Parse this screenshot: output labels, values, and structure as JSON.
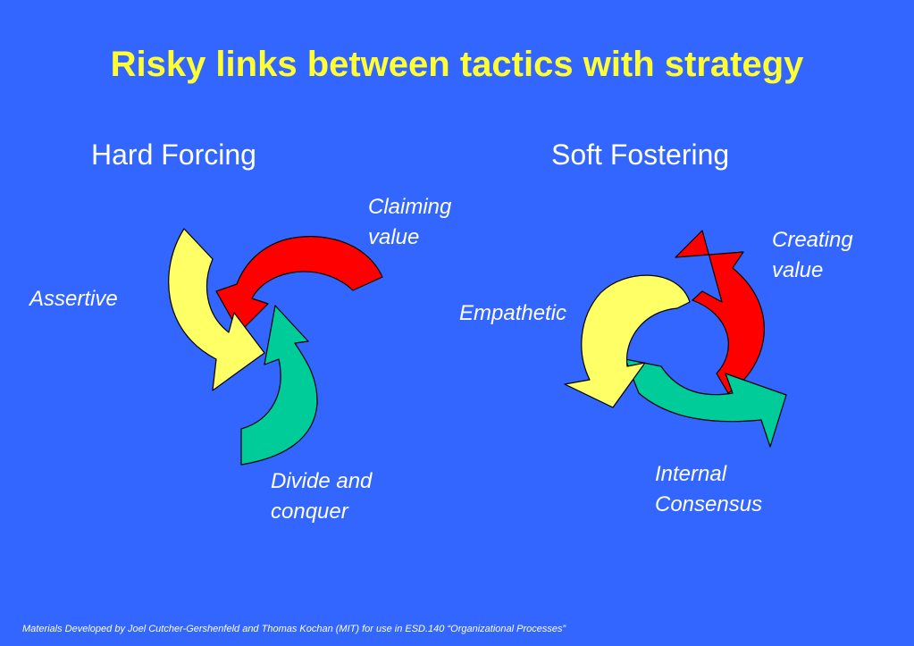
{
  "title": "Risky links between tactics with strategy",
  "left": {
    "heading": "Hard Forcing",
    "labels": {
      "claiming_line1": "Claiming",
      "claiming_line2": "value",
      "assertive": "Assertive",
      "divide_line1": "Divide and",
      "divide_line2": "conquer"
    }
  },
  "right": {
    "heading": "Soft Fostering",
    "labels": {
      "creating_line1": "Creating",
      "creating_line2": "value",
      "empathetic": "Empathetic",
      "internal_line1": "Internal",
      "internal_line2": "Consensus"
    }
  },
  "footer": "Materials Developed by Joel Cutcher-Gershenfeld and Thomas Kochan (MIT) for use in ESD.140 “Organizational Processes”",
  "colors": {
    "background": "#3366ff",
    "title": "#ffff33",
    "red_arrow": "#ff0000",
    "yellow_arrow": "#ffff66",
    "green_arrow": "#00cc99"
  }
}
